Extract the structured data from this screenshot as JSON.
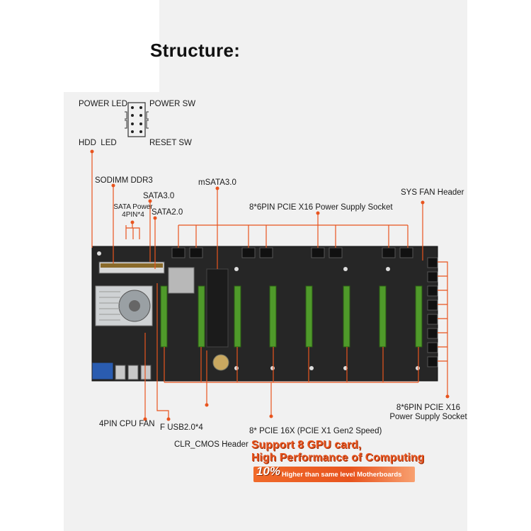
{
  "title": "Structure:",
  "labels": {
    "power_led": "POWER LED",
    "power_sw": "POWER SW",
    "hdd_led": "HDD  LED",
    "reset_sw": "RESET SW",
    "sodimm": "SODIMM DDR3",
    "msata": "mSATA3.0",
    "sata30": "SATA3.0",
    "sata_power_line1": "SATA Power",
    "sata_power_line2": "4PIN*4",
    "sata20": "SATA2.0",
    "pcie_power_top": "8*6PIN PCIE X16 Power Supply Socket",
    "sys_fan": "SYS FAN Header",
    "cpu_fan": "4PIN CPU FAN",
    "f_usb": "F USB2.0*4",
    "clr_cmos": "CLR_CMOS Header",
    "pcie_slots": "8* PCIE 16X (PCIE X1 Gen2 Speed)",
    "pcie_power_bottom_line1": "8*6PIN PCIE X16",
    "pcie_power_bottom_line2": "Power Supply Socket"
  },
  "promo": {
    "line1": "Support 8 GPU card,",
    "line2": "High Performance of Computing",
    "percent": "10%",
    "tagline": "Higher than same level Motherboards"
  },
  "colors": {
    "callout": "#e8541e",
    "board": "#2a2a2a",
    "slot": "#4f9a2a",
    "accent": "#e8541e"
  }
}
